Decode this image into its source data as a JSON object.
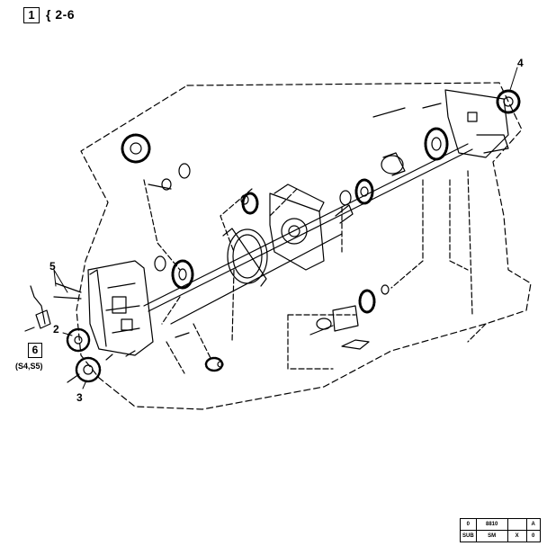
{
  "header": {
    "figure_number": "1",
    "ref_label": "{ 2-6"
  },
  "callouts": {
    "c2": "2",
    "c3": "3",
    "c4": "4",
    "c5": "5",
    "c6": "6"
  },
  "callout6_sub": "(S4,S5)",
  "title_block": {
    "row1": [
      "0",
      "8810",
      "",
      "A"
    ],
    "row2": [
      "SUB",
      "SM",
      "X",
      "0"
    ]
  }
}
